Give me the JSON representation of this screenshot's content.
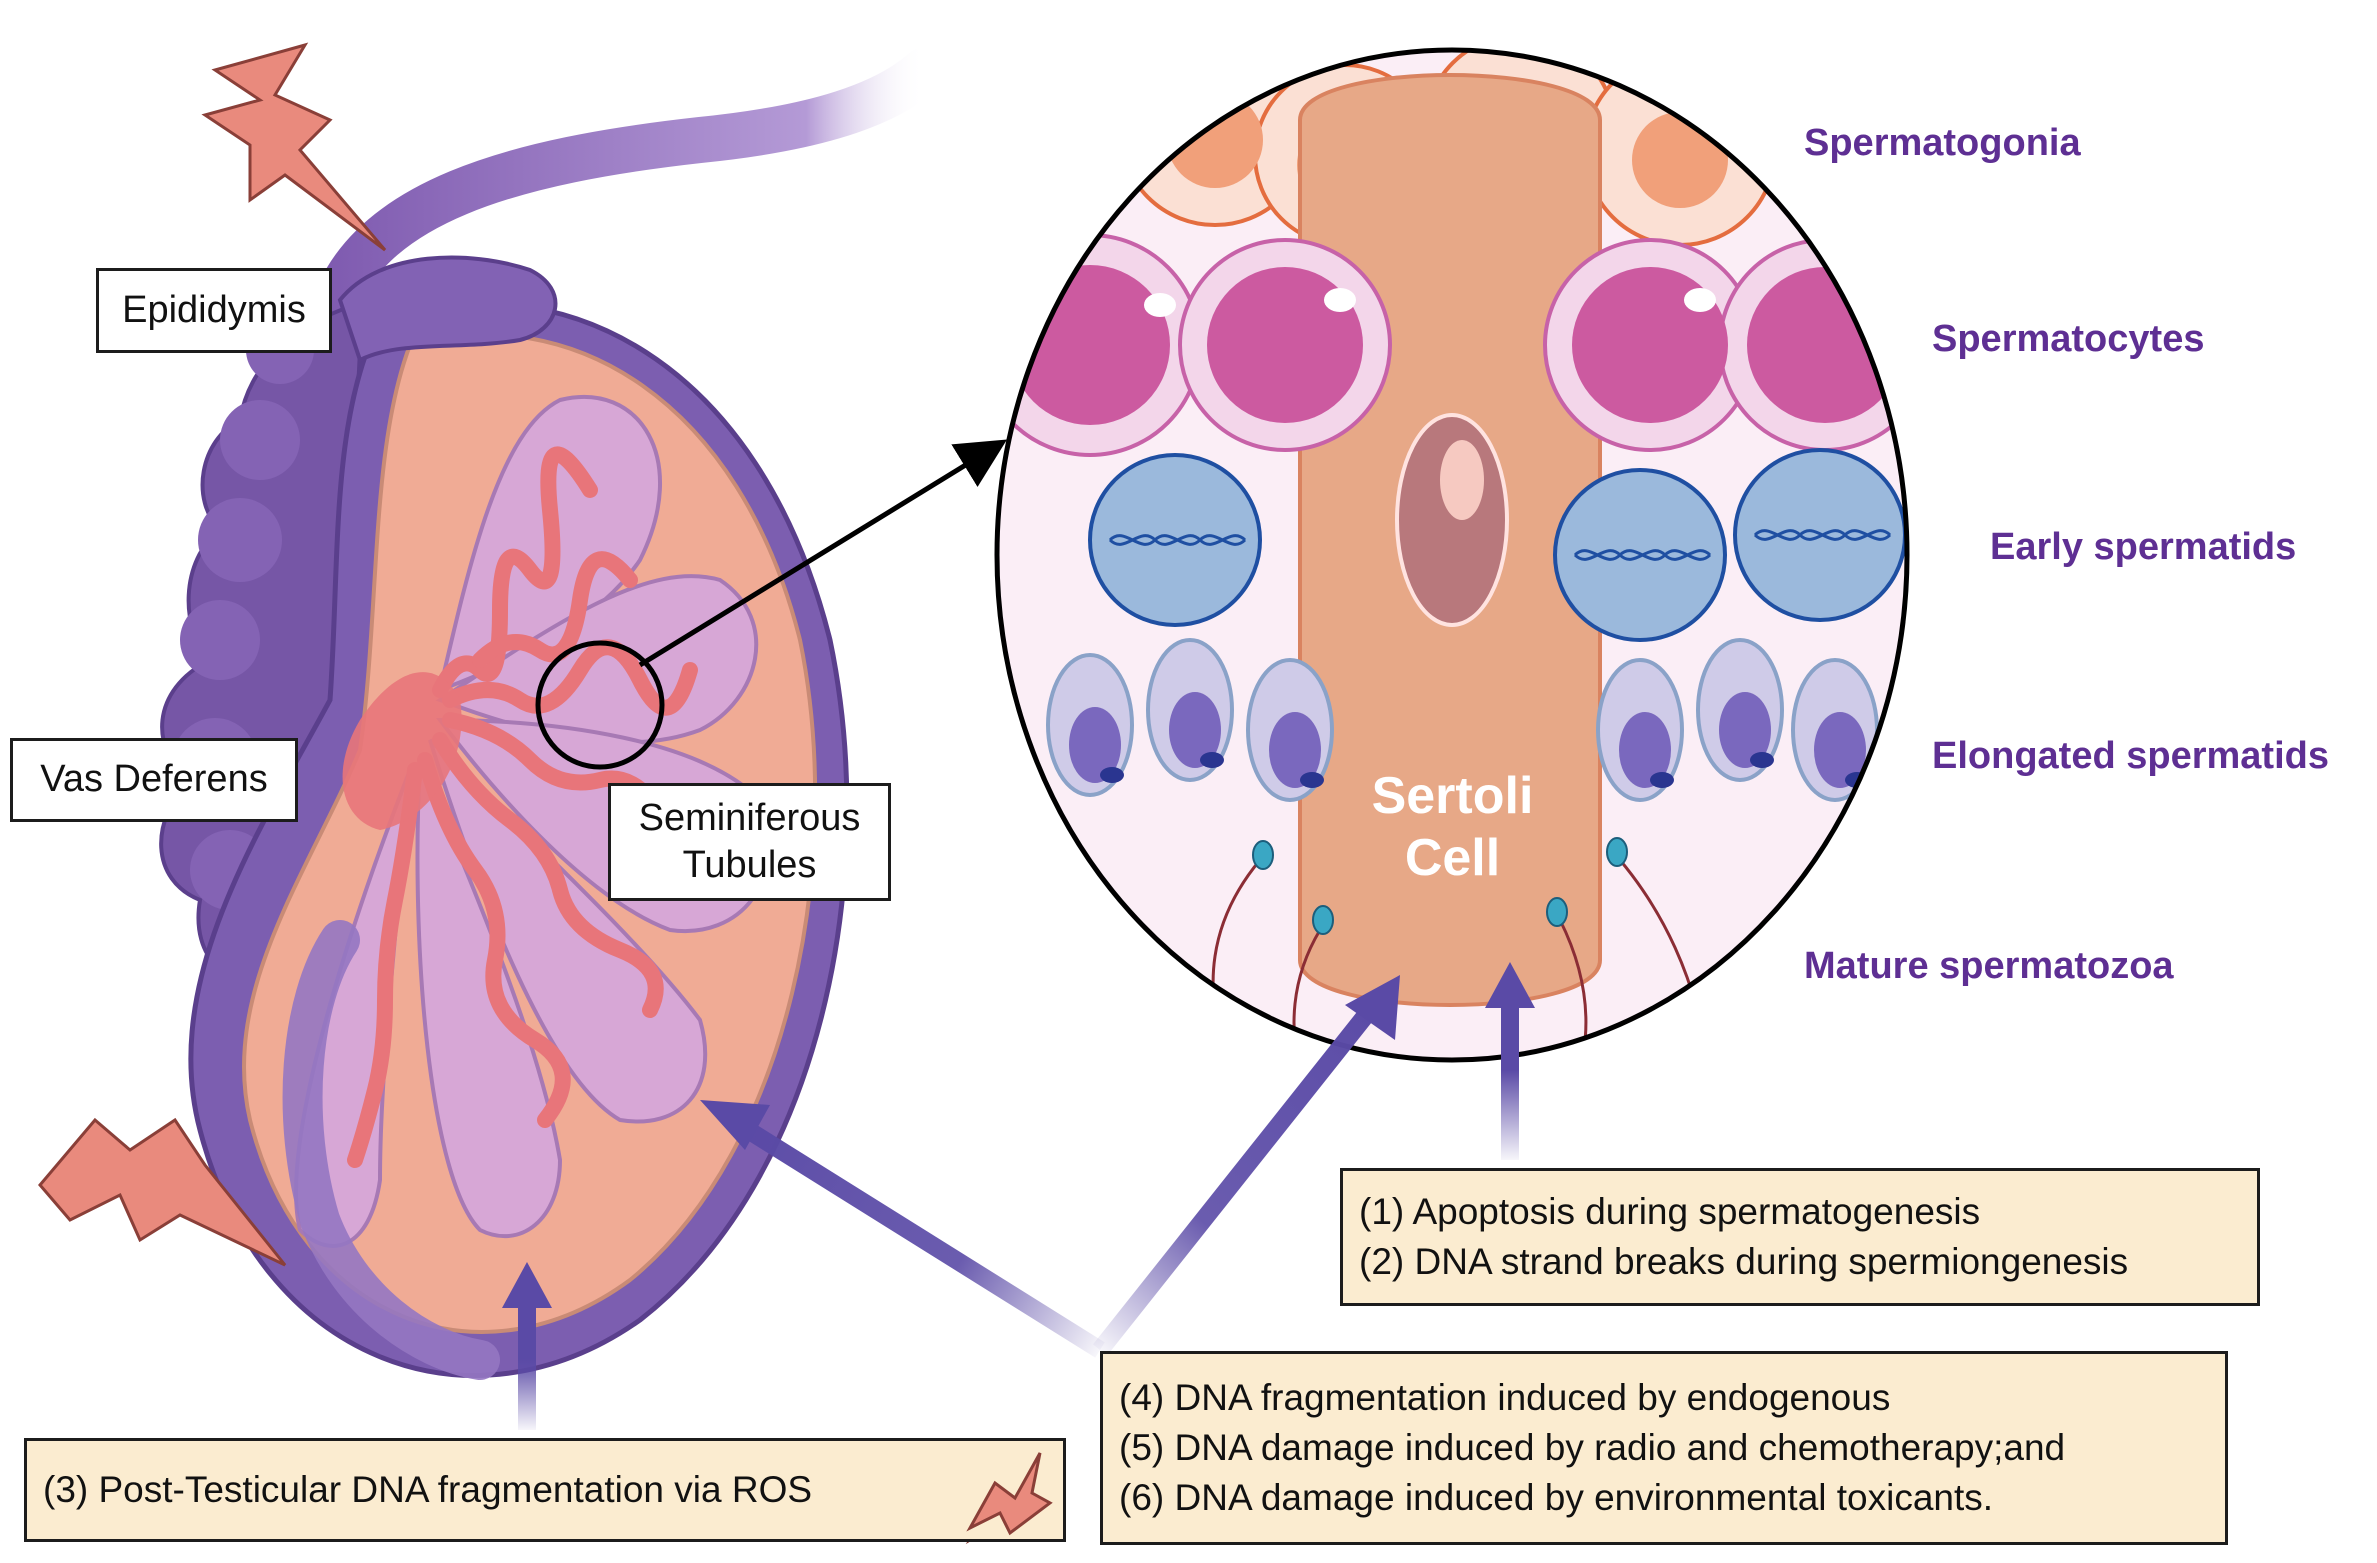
{
  "labels": {
    "epididymis": "Epididymis",
    "vas_deferens": "Vas Deferens",
    "seminiferous_line1": "Seminiferous",
    "seminiferous_line2": "Tubules",
    "sertoli_line1": "Sertoli",
    "sertoli_line2": "Cell"
  },
  "stages": [
    "Spermatogonia",
    "Spermatocytes",
    "Early spermatids",
    "Elongated spermatids",
    "Mature spermatozoa"
  ],
  "notes": {
    "box_a": [
      "(1) Apoptosis during spermatogenesis",
      "(2) DNA strand breaks during spermiongenesis"
    ],
    "box_b": "(3) Post-Testicular DNA fragmentation via ROS",
    "box_c": [
      "(4) DNA fragmentation induced by endogenous",
      "(5) DNA damage induced by radio and chemotherapy;and",
      "(6) DNA damage induced by environmental toxicants."
    ]
  },
  "colors": {
    "stage_text": "#5e2f93",
    "note_fill": "#fbecd0",
    "arrow": "#5a4aa6",
    "epididymis": "#7b5aa8",
    "testis_fill": "#f0ab95",
    "tubule": "#e8757a",
    "sertoli": "#e7a887"
  },
  "icons": [
    "lightning-bolt-icon",
    "dna-helix-icon"
  ]
}
